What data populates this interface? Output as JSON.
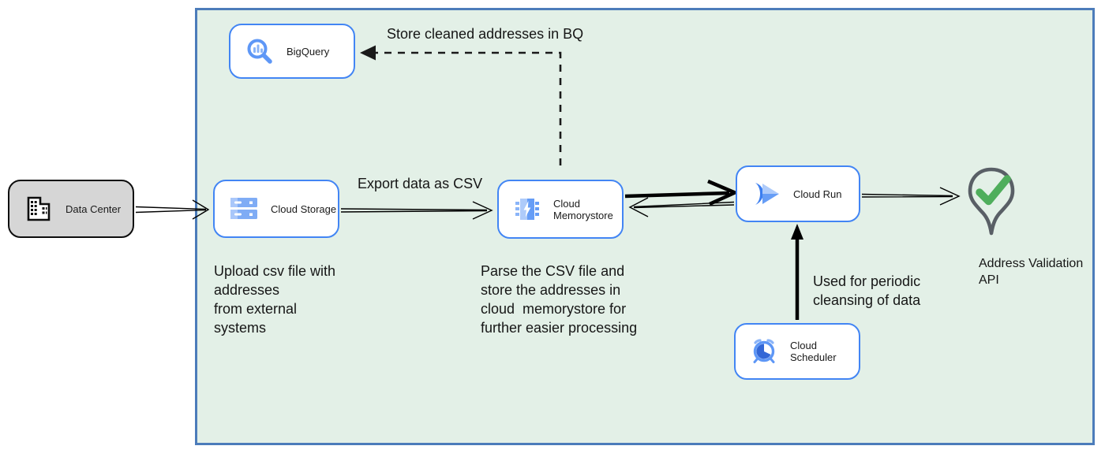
{
  "colors": {
    "container_fill": "#e3f0e7",
    "container_border": "#4c7cba",
    "node_border": "#4285f4",
    "node_fill": "#ffffff",
    "datacenter_fill": "#d6d6d6",
    "datacenter_border": "#0d0d0d",
    "edge_black": "#000000",
    "icon_blue": "#4285f4",
    "icon_blue_light": "#8ab4f8",
    "icon_blue_pale": "#aecbfa",
    "icon_blue_dark": "#3367d6",
    "pin_gray": "#595f66",
    "check_green": "#4fae5c"
  },
  "nodes": {
    "data_center": {
      "label": "Data Center",
      "icon": "building-icon"
    },
    "bigquery": {
      "label": "BigQuery",
      "icon": "bigquery-magnifier-icon"
    },
    "cloud_storage": {
      "label": "Cloud Storage",
      "icon": "storage-buckets-icon"
    },
    "cloud_memorystore": {
      "label": "Cloud Memorystore",
      "icon": "memory-chip-icon"
    },
    "cloud_run": {
      "label": "Cloud Run",
      "icon": "cloud-run-chevrons-icon"
    },
    "cloud_scheduler": {
      "label": "Cloud Scheduler",
      "icon": "alarm-clock-icon"
    },
    "address_validation": {
      "label": "Address Validation\nAPI",
      "icon": "map-pin-check-icon"
    }
  },
  "edge_labels": {
    "store_bq": "Store cleaned addresses in BQ",
    "export_csv": "Export data as CSV",
    "periodic": "Used for periodic\ncleansing of data"
  },
  "notes": {
    "upload": "Upload csv file with\naddresses\nfrom external\nsystems",
    "parse": "Parse the CSV file and\nstore the addresses in\ncloud  memorystore for\nfurther easier processing"
  }
}
